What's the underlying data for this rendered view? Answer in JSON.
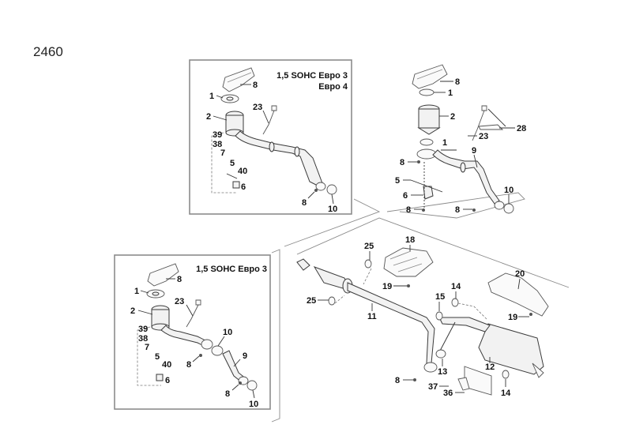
{
  "page": {
    "number": "2460"
  },
  "insets": [
    {
      "id": "inset-top",
      "title_line1": "1,5 SOHC Евро 3",
      "title_line2": "Евро 4"
    },
    {
      "id": "inset-bottom",
      "title_line1": "1,5 SOHC Евро 3"
    }
  ],
  "callouts": {
    "insetTop": [
      "8",
      "1",
      "23",
      "2",
      "39",
      "38",
      "7",
      "5",
      "40",
      "6",
      "8",
      "10"
    ],
    "insetBottom": [
      "8",
      "1",
      "23",
      "2",
      "39",
      "38",
      "7",
      "5",
      "40",
      "6",
      "10",
      "9",
      "8",
      "8",
      "10"
    ],
    "mainUpper": [
      "8",
      "1",
      "2",
      "28",
      "23",
      "1",
      "9",
      "8",
      "5",
      "6",
      "8",
      "8",
      "10"
    ],
    "mainLower": [
      "25",
      "18",
      "19",
      "25",
      "11",
      "14",
      "15",
      "20",
      "19",
      "12",
      "13",
      "8",
      "37",
      "36",
      "14"
    ]
  }
}
